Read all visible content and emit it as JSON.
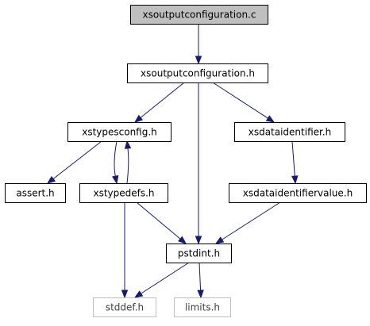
{
  "diagram": {
    "type": "include-dependency-graph",
    "colors": {
      "edge": "#191970",
      "root_fill": "#bfbfbf",
      "node_border": "#000000",
      "external_border": "#bfbfbf",
      "external_text": "#404040"
    },
    "nodes": [
      {
        "id": "xsoutputconfiguration_c",
        "label": "xsoutputconfiguration.c",
        "style": "root"
      },
      {
        "id": "xsoutputconfiguration_h",
        "label": "xsoutputconfiguration.h",
        "style": "normal"
      },
      {
        "id": "xstypesconfig_h",
        "label": "xstypesconfig.h",
        "style": "normal"
      },
      {
        "id": "xsdataidentifier_h",
        "label": "xsdataidentifier.h",
        "style": "normal"
      },
      {
        "id": "assert_h",
        "label": "assert.h",
        "style": "normal"
      },
      {
        "id": "xstypedefs_h",
        "label": "xstypedefs.h",
        "style": "normal"
      },
      {
        "id": "xsdataidentifiervalue_h",
        "label": "xsdataidentifiervalue.h",
        "style": "normal"
      },
      {
        "id": "pstdint_h",
        "label": "pstdint.h",
        "style": "normal"
      },
      {
        "id": "stddef_h",
        "label": "stddef.h",
        "style": "external"
      },
      {
        "id": "limits_h",
        "label": "limits.h",
        "style": "external"
      }
    ],
    "edges": [
      {
        "from": "xsoutputconfiguration_c",
        "to": "xsoutputconfiguration_h"
      },
      {
        "from": "xsoutputconfiguration_h",
        "to": "xstypesconfig_h"
      },
      {
        "from": "xsoutputconfiguration_h",
        "to": "pstdint_h"
      },
      {
        "from": "xsoutputconfiguration_h",
        "to": "xsdataidentifier_h"
      },
      {
        "from": "xstypesconfig_h",
        "to": "assert_h"
      },
      {
        "from": "xstypesconfig_h",
        "to": "xstypedefs_h"
      },
      {
        "from": "xstypedefs_h",
        "to": "xstypesconfig_h"
      },
      {
        "from": "xstypedefs_h",
        "to": "pstdint_h"
      },
      {
        "from": "xstypedefs_h",
        "to": "stddef_h"
      },
      {
        "from": "xsdataidentifier_h",
        "to": "xsdataidentifiervalue_h"
      },
      {
        "from": "xsdataidentifiervalue_h",
        "to": "pstdint_h"
      },
      {
        "from": "pstdint_h",
        "to": "stddef_h"
      },
      {
        "from": "pstdint_h",
        "to": "limits_h"
      }
    ]
  }
}
